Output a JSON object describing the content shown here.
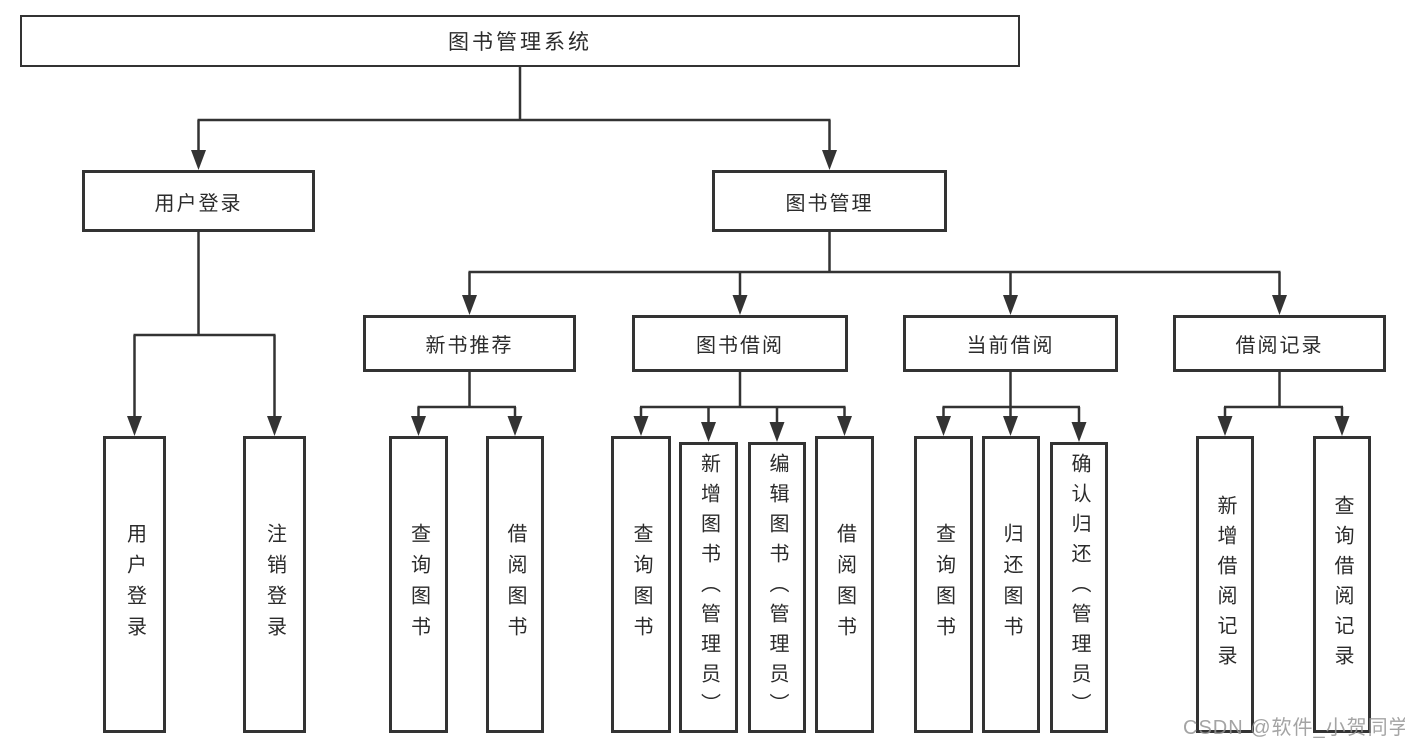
{
  "diagram": {
    "type": "hierarchy-tree",
    "tree": {
      "root": "图书管理系统",
      "children": [
        {
          "label": "用户登录",
          "children": [
            "用户登录",
            "注销登录"
          ]
        },
        {
          "label": "图书管理",
          "children": [
            {
              "label": "新书推荐",
              "children": [
                "查询图书",
                "借阅图书"
              ]
            },
            {
              "label": "图书借阅",
              "children": [
                "查询图书",
                "新增图书（管理员）",
                "编辑图书（管理员）",
                "借阅图书"
              ]
            },
            {
              "label": "当前借阅",
              "children": [
                "查询图书",
                "归还图书",
                "确认归还（管理员）"
              ]
            },
            {
              "label": "借阅记录",
              "children": [
                "新增借阅记录",
                "查询借阅记录"
              ]
            }
          ]
        }
      ]
    },
    "colors": {
      "line": "#333333",
      "box_border": "#333333",
      "text": "#2b2b2b",
      "background": "#ffffff",
      "watermark": "#949494"
    }
  },
  "watermark": {
    "text": "CSDN @软件_小贺同学"
  }
}
